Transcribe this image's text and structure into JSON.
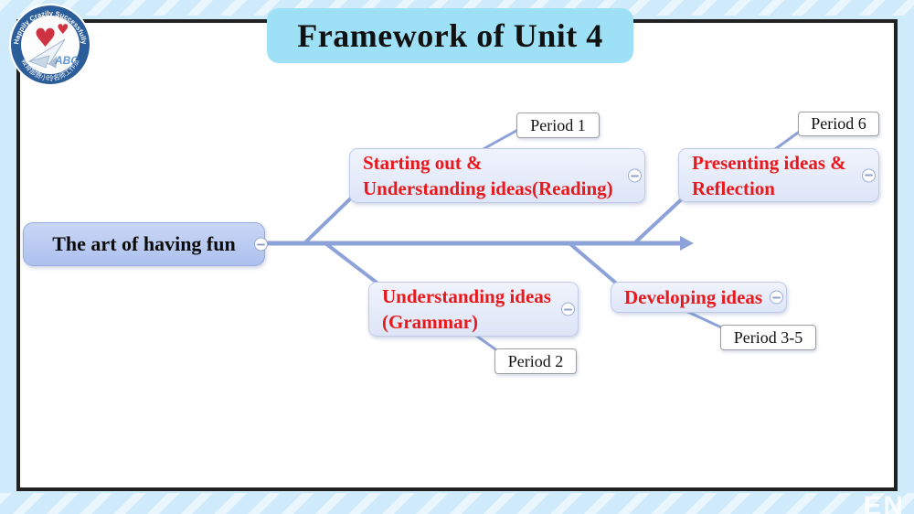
{
  "slide": {
    "title": "Framework of Unit 4",
    "watermark": "EN"
  },
  "logo": {
    "top_text": "Happily Crazily Successfully",
    "bottom_text": "教育部贾小玲名师工作室",
    "inner_text": "ABC"
  },
  "mindmap": {
    "root": {
      "label": "The art of having fun"
    },
    "branches": [
      {
        "label": "Starting out &\nUnderstanding ideas(Reading)",
        "period": "Period 1"
      },
      {
        "label": "Presenting ideas &\nReflection",
        "period": "Period 6"
      },
      {
        "label": "Understanding ideas\n(Grammar)",
        "period": "Period 2"
      },
      {
        "label": "Developing ideas",
        "period": "Period 3-5"
      }
    ]
  },
  "colors": {
    "accent_red": "#e8191d",
    "line_blue": "#8ca2d8",
    "banner_cyan": "#9ee1f6",
    "background_blue": "#cfeafb",
    "root_node_fill": "#b9caf0",
    "topic_node_fill": "#e6ebf9"
  }
}
